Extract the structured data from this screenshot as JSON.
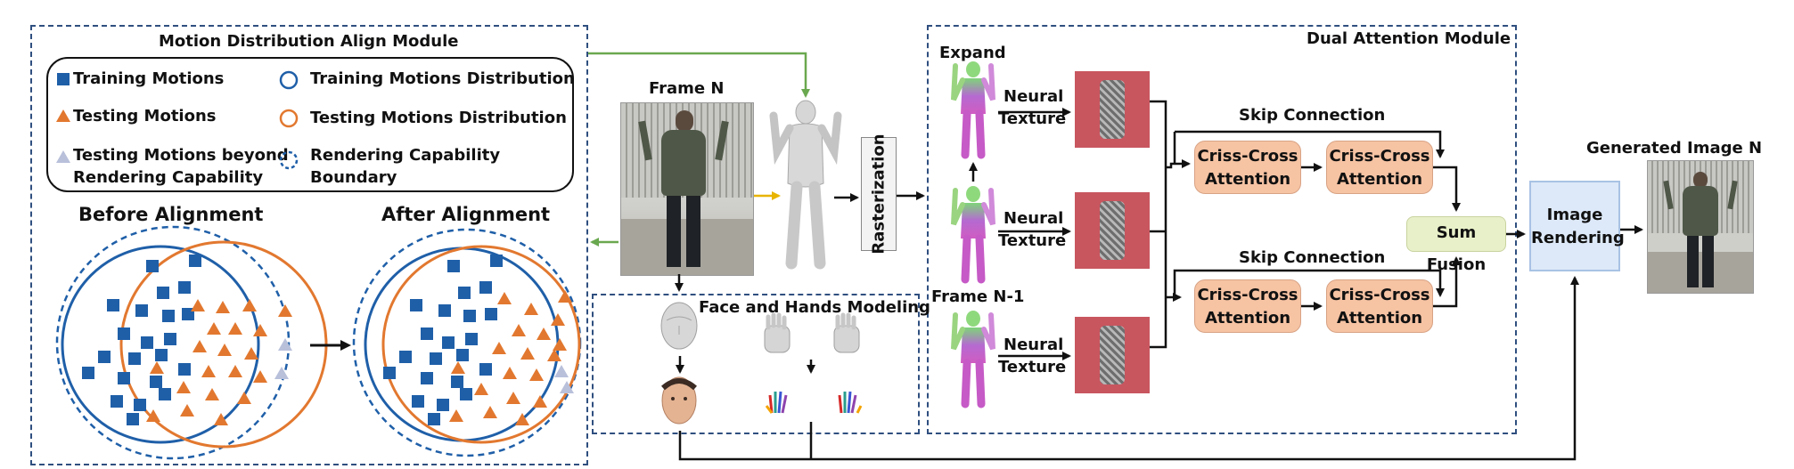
{
  "motion_module": {
    "title": "Motion Distribution Align Module",
    "legend": {
      "training_motions": "Training Motions",
      "testing_motions": "Testing Motions",
      "beyond_line1": "Testing Motions beyond",
      "beyond_line2": "Rendering Capability",
      "training_distribution": "Training Motions Distribution",
      "testing_distribution": "Testing Motions Distribution",
      "boundary_line1": "Rendering Capability",
      "boundary_line2": "Boundary"
    },
    "before_title": "Before Alignment",
    "after_title": "After Alignment"
  },
  "frame_n_label": "Frame N",
  "rasterization_label": "Rasterization",
  "face_hands_title": "Face and Hands Modeling",
  "dual_attention": {
    "title": "Dual Attention Module",
    "expand_label": "Expand",
    "frame_n1_label": "Frame N-1",
    "neural_texture_line1": "Neural",
    "neural_texture_line2": "Texture",
    "skip_connection": "Skip Connection",
    "criss_cross_line1": "Criss-Cross",
    "criss_cross_line2": "Attention",
    "sum_fusion": "Sum Fusion"
  },
  "image_rendering_line1": "Image",
  "image_rendering_line2": "Rendering",
  "generated_label": "Generated Image N",
  "colors": {
    "training_blue": "#1f5fa8",
    "testing_orange": "#e2782f",
    "beyond_lavender": "#b8c0da",
    "dashed_frame": "#2f4f7f",
    "green_arrow": "#6aa84f",
    "yellow_arrow": "#e8b400",
    "criss_cross_fill": "#f6c3a3",
    "sum_fusion_fill": "#e8f0c9",
    "rendering_fill": "#dde9f8",
    "texture_red": "#c8565f"
  }
}
